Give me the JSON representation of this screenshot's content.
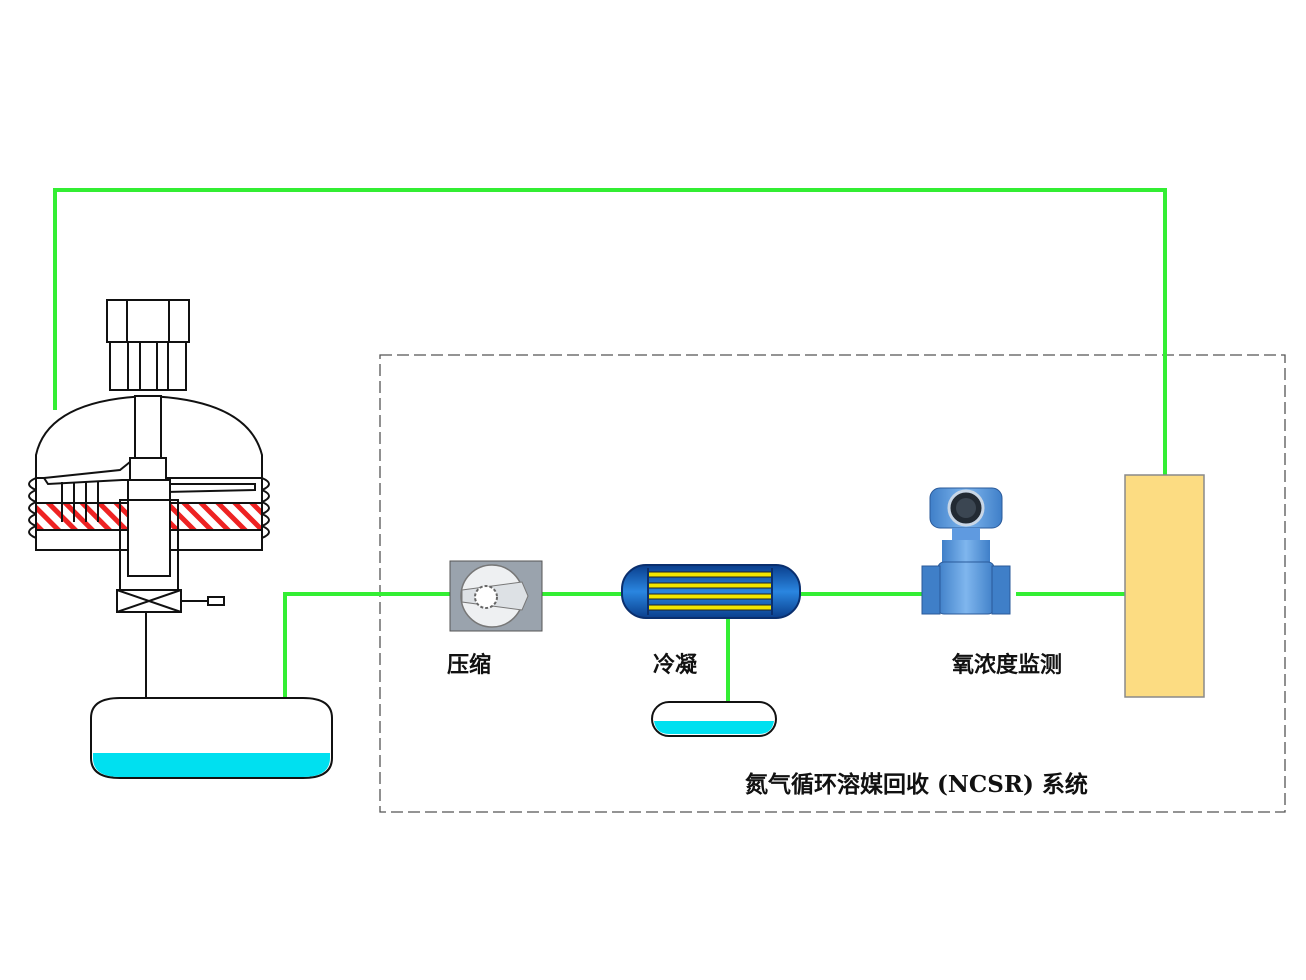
{
  "labels": {
    "compress": "压缩",
    "condense": "冷凝",
    "oxygen_monitor": "氧浓度监测",
    "system_title": "氮气循环溶媒回收 (NCSR) 系统"
  },
  "colors": {
    "pipe": "#33ee33",
    "liquid": "#00e0f0",
    "heater_hatch": "#ee2222",
    "column": "#fcdc82",
    "condenser_blue": "#1c6fd0",
    "condenser_tube": "#f2e600",
    "sensor_blue": "#4a8fd8",
    "compressor_gray": "#9aa3ad"
  },
  "icons": {
    "reactor": "reactor-vessel-icon",
    "compressor": "compressor-icon",
    "condenser": "condenser-icon",
    "sensor": "oxygen-sensor-icon",
    "column": "adsorption-column-icon"
  }
}
